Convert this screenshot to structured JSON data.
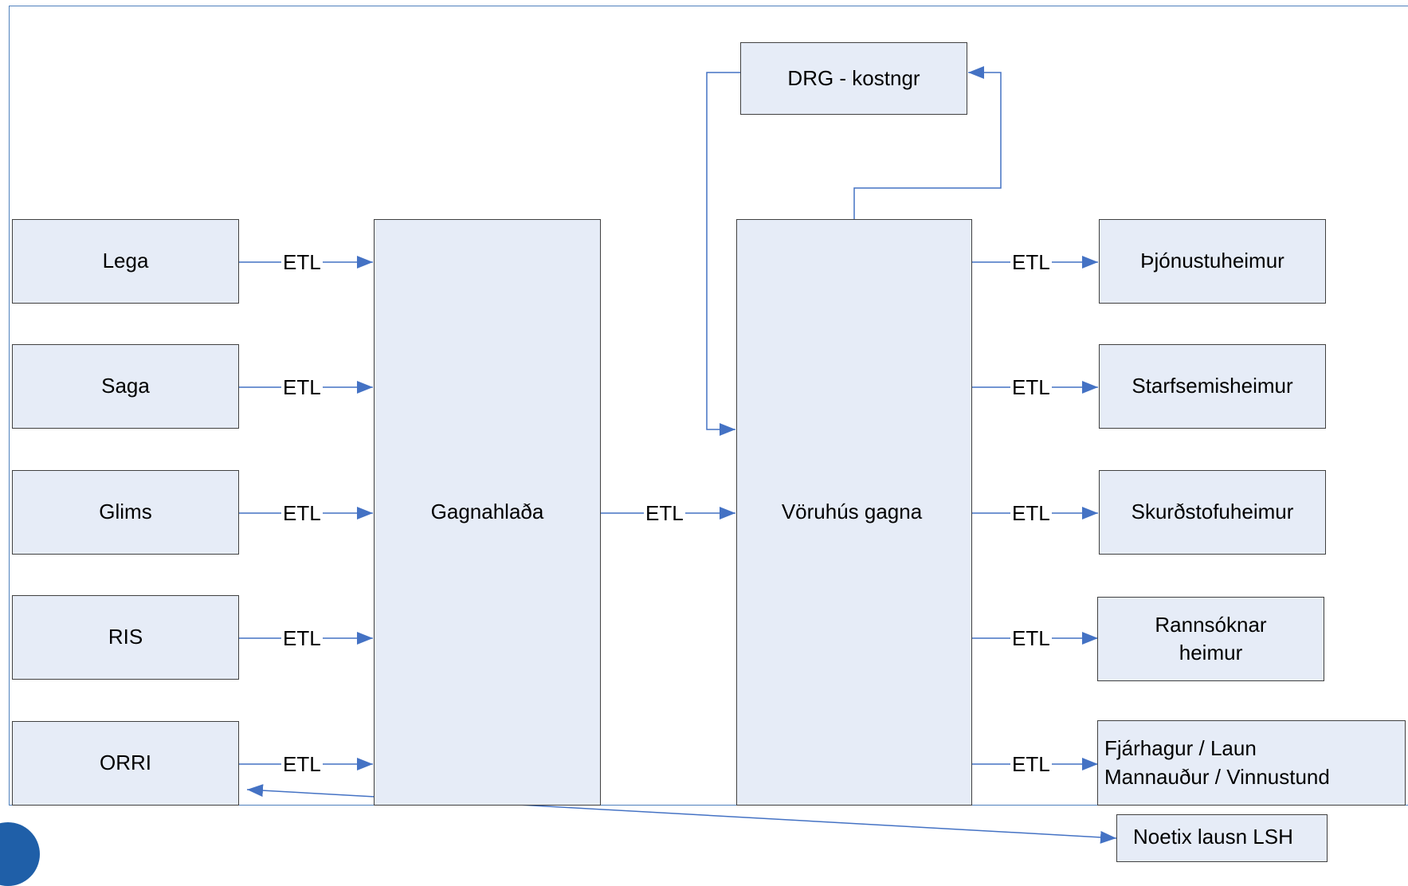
{
  "sources": [
    "Lega",
    "Saga",
    "Glims",
    "RIS",
    "ORRI"
  ],
  "staging": "Gagnahlaða",
  "warehouse": "Vöruhús gagna",
  "drg": "DRG - kostngr",
  "targets": [
    "Þjónustuheimur",
    "Starfsemisheimur",
    "Skurðstofuheimur",
    "Rannsóknar\nheimur",
    "Fjárhagur / Laun\nMannauður / Vinnustund"
  ],
  "external": "Noetix lausn LSH",
  "etl_label": "ETL",
  "colors": {
    "line": "#4472c4",
    "box_fill": "#e6ecf7",
    "box_border": "#404040",
    "frame": "#4f81bd"
  }
}
